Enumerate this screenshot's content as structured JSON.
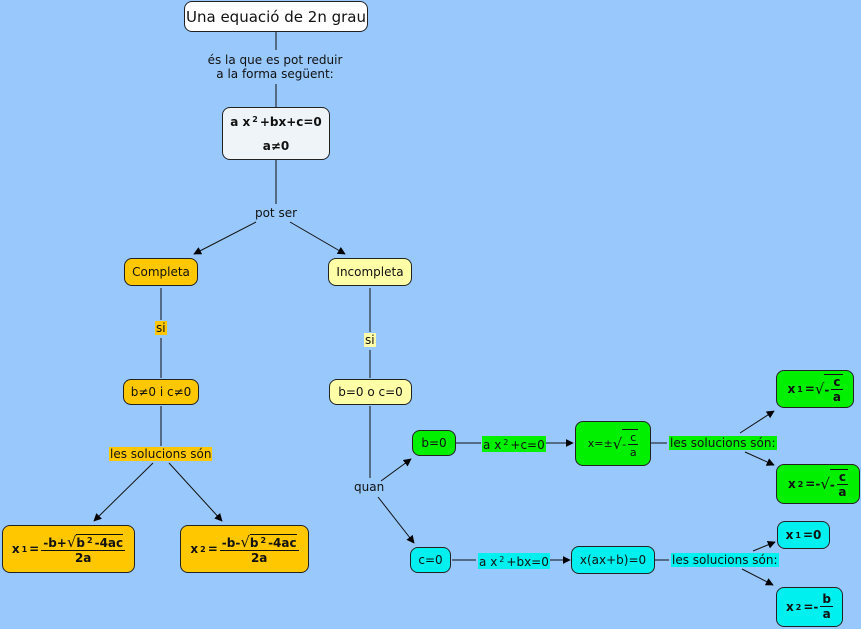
{
  "diagram": {
    "title": "Una equació de 2n grau",
    "link_reduce": [
      "és la que es pot reduir",
      "a la forma següent:"
    ],
    "general_form": {
      "eq_a": "a",
      "eq_x": "x",
      "eq_exp": "2",
      "eq_rest": "+bx+c=0",
      "cond": "a≠0"
    },
    "link_can_be": "pot ser",
    "complete": {
      "label": "Completa",
      "link_if": "si",
      "condition": "b≠0 i c≠0",
      "link_solutions": "les solucions són",
      "x1": {
        "var": "x",
        "sub": "1",
        "eq": "=",
        "num_pre": "-b+",
        "root": "√",
        "radicand_b": "b",
        "radicand_exp": "2",
        "radicand_rest": "-4ac",
        "den": "2a"
      },
      "x2": {
        "var": "x",
        "sub": "2",
        "eq": "=",
        "num_pre": "-b-",
        "root": "√",
        "radicand_b": "b",
        "radicand_exp": "2",
        "radicand_rest": "-4ac",
        "den": "2a"
      }
    },
    "incomplete": {
      "label": "Incompleta",
      "link_if": "si",
      "condition": "b=0 o c=0",
      "link_when": "quan",
      "case_b0": {
        "label": "b=0",
        "link_eq": {
          "a": "a",
          "x": "x",
          "exp": "2",
          "rest": "+c=0"
        },
        "solution": {
          "pre": "x=±",
          "root": "√",
          "minus": "-",
          "num": "c",
          "den": "a"
        },
        "link_solutions": "les solucions són:",
        "x1": {
          "var": "x",
          "sub": "1",
          "eq": "=",
          "root": "√",
          "minus": "-",
          "num": "c",
          "den": "a"
        },
        "x2": {
          "var": "x",
          "sub": "2",
          "eq": "=-",
          "root": "√",
          "minus": "-",
          "num": "c",
          "den": "a"
        }
      },
      "case_c0": {
        "label": "c=0",
        "link_eq": {
          "a": "a",
          "x": "x",
          "exp": "2",
          "rest": "+bx=0"
        },
        "factored": "x(ax+b)=0",
        "link_solutions": "les solucions són:",
        "x1": {
          "var": "x",
          "sub": "1",
          "eq": "=0"
        },
        "x2": {
          "var": "x",
          "sub": "2",
          "eq": "=-",
          "num": "b",
          "den": "a"
        }
      }
    },
    "colors": {
      "background": "#99c8fc",
      "complete": "#ffc700",
      "incomplete": "#ffffa8",
      "case_b0": "#00f000",
      "case_c0": "#00f0f0"
    }
  }
}
